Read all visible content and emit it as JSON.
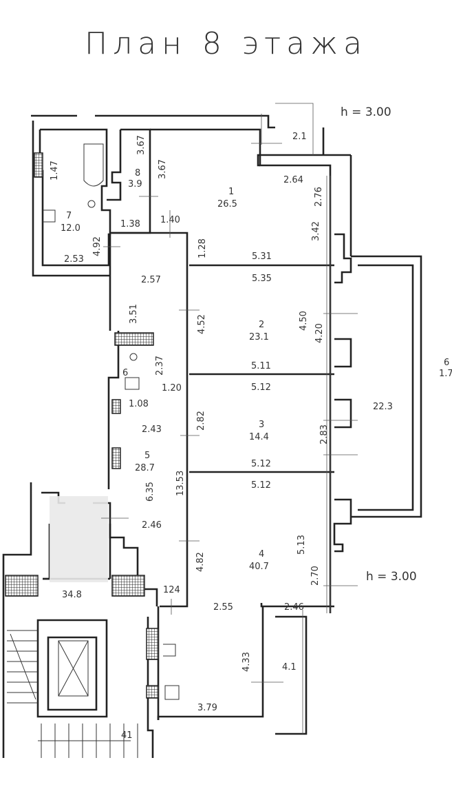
{
  "title": "План 8 этажа",
  "ceiling_heights": [
    "h = 3.00",
    "h = 3.00"
  ],
  "rooms": [
    {
      "number": "1",
      "area": "26.5"
    },
    {
      "number": "2",
      "area": "23.1"
    },
    {
      "number": "3",
      "area": "14.4"
    },
    {
      "number": "4",
      "area": "40.7"
    },
    {
      "number": "5",
      "area": "28.7"
    },
    {
      "number": "6",
      "area": ""
    },
    {
      "number": "7",
      "area": "12.0"
    },
    {
      "number": "8",
      "area": "3.9"
    }
  ],
  "loggia_area": "22.3",
  "edge_label": {
    "number": "6",
    "area": "1.7"
  },
  "stair_hall_area": "34.8",
  "stair_label": "41",
  "dimensions": [
    "2.1",
    "2.64",
    "2.76",
    "3.42",
    "3.67",
    "3.67",
    "1.47",
    "1.38",
    "1.40",
    "1.28",
    "4.92",
    "2.53",
    "5.31",
    "5.35",
    "2.57",
    "3.51",
    "4.52",
    "4.50",
    "4.20",
    "2.37",
    "1.20",
    "1.08",
    "5.11",
    "5.12",
    "2.43",
    "2.82",
    "2.83",
    "5.12",
    "5.12",
    "6.35",
    "13.53",
    "2.46",
    "4.82",
    "5.13",
    "2.70",
    "124",
    "2.55",
    "2.46",
    "4.33",
    "4.1",
    "3.79"
  ]
}
